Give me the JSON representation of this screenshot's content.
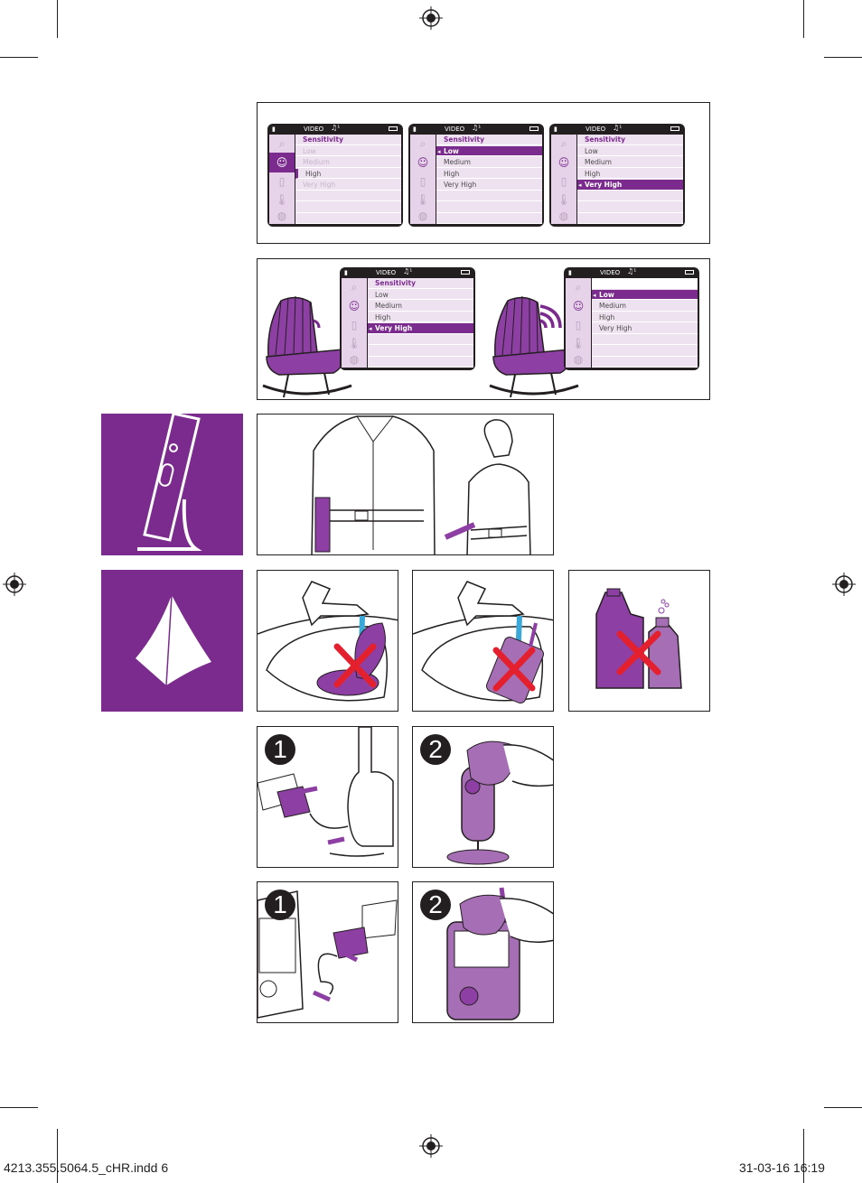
{
  "screens_top": [
    {
      "bar": {
        "title": "VIDEO",
        "note": "♫¹"
      },
      "rows": [
        {
          "text": "Sensitivity",
          "style": "head"
        },
        {
          "text": "Low",
          "style": "dim"
        },
        {
          "text": "Medium",
          "style": "dim"
        },
        {
          "text": "High",
          "style": "sel"
        },
        {
          "text": "Very High",
          "style": "dim"
        }
      ]
    },
    {
      "bar": {
        "title": "VIDEO",
        "note": "♫¹"
      },
      "rows": [
        {
          "text": "Sensitivity",
          "style": "head"
        },
        {
          "text": "Low",
          "style": "hl"
        },
        {
          "text": "Medium",
          "style": ""
        },
        {
          "text": "High",
          "style": ""
        },
        {
          "text": "Very High",
          "style": ""
        }
      ]
    },
    {
      "bar": {
        "title": "VIDEO",
        "note": "♫¹"
      },
      "rows": [
        {
          "text": "Sensitivity",
          "style": "head"
        },
        {
          "text": "Low",
          "style": ""
        },
        {
          "text": "Medium",
          "style": ""
        },
        {
          "text": "High",
          "style": ""
        },
        {
          "text": "Very High",
          "style": "hl"
        }
      ]
    }
  ],
  "screens_mid": [
    {
      "bar": {
        "title": "VIDEO",
        "note": "♫¹"
      },
      "rows": [
        {
          "text": "Sensitivity",
          "style": "head"
        },
        {
          "text": "Low",
          "style": ""
        },
        {
          "text": "Medium",
          "style": ""
        },
        {
          "text": "High",
          "style": ""
        },
        {
          "text": "Very High",
          "style": "hl"
        }
      ]
    },
    {
      "bar": {
        "title": "VIDEO",
        "note": "♫¹"
      },
      "rows": [
        {
          "text": "",
          "style": ""
        },
        {
          "text": "Low",
          "style": "hl"
        },
        {
          "text": "Medium",
          "style": ""
        },
        {
          "text": "High",
          "style": ""
        },
        {
          "text": "Very High",
          "style": ""
        }
      ]
    }
  ],
  "steps": {
    "one": "1",
    "two": "2"
  },
  "footer": {
    "left": "4213.355.5064.5_cHR.indd   6",
    "right": "31-03-16   16:19"
  },
  "colors": {
    "purple": "#7b2a8e",
    "light_purple": "#a66fb5",
    "red": "#e5202e",
    "blue": "#3aa8d8"
  }
}
